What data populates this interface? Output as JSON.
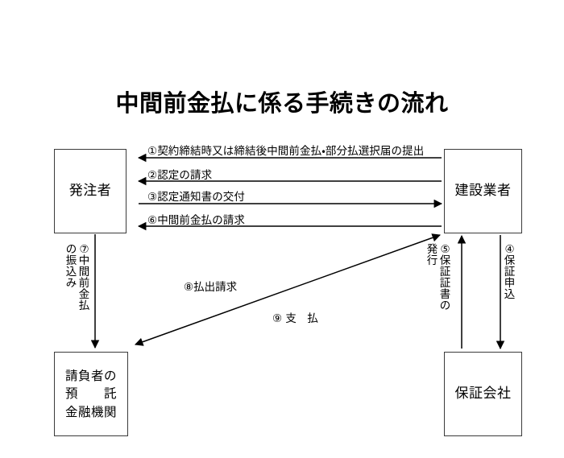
{
  "title": "中間前金払に係る手続きの流れ",
  "nodes": {
    "orderer": "発注者",
    "builder": "建設業者",
    "bank": "請負者の\n預　　託\n金融機関",
    "guarantor": "保証会社"
  },
  "flows": {
    "step1": "①契約締結時又は締結後中間前金払・部分払選択届の提出",
    "step2": "②認定の請求",
    "step3": "③認定通知書の交付",
    "step4": "④\n保\n証\n申\n込",
    "step5_main": "⑤\n保\n証\n証\n書\nの",
    "step5_sub": "発\n行",
    "step6": "⑥中間前金払の請求",
    "step7_main": "⑦\n中\n間\n前\n金\n払",
    "step7_sub": "の\n振\n込\nみ",
    "step8": "⑧払出請求",
    "step9": "⑨ 支　払"
  },
  "colors": {
    "ink": "#000000",
    "box_border": "#3b3b3b",
    "background": "#ffffff"
  }
}
